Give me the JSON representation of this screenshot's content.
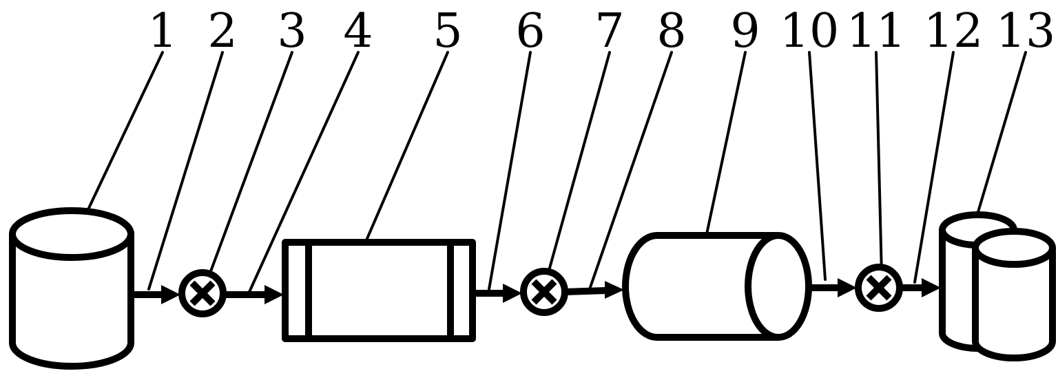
{
  "labels": [
    "1",
    "2",
    "3",
    "4",
    "5",
    "6",
    "7",
    "8",
    "9",
    "10",
    "11",
    "12",
    "13"
  ]
}
